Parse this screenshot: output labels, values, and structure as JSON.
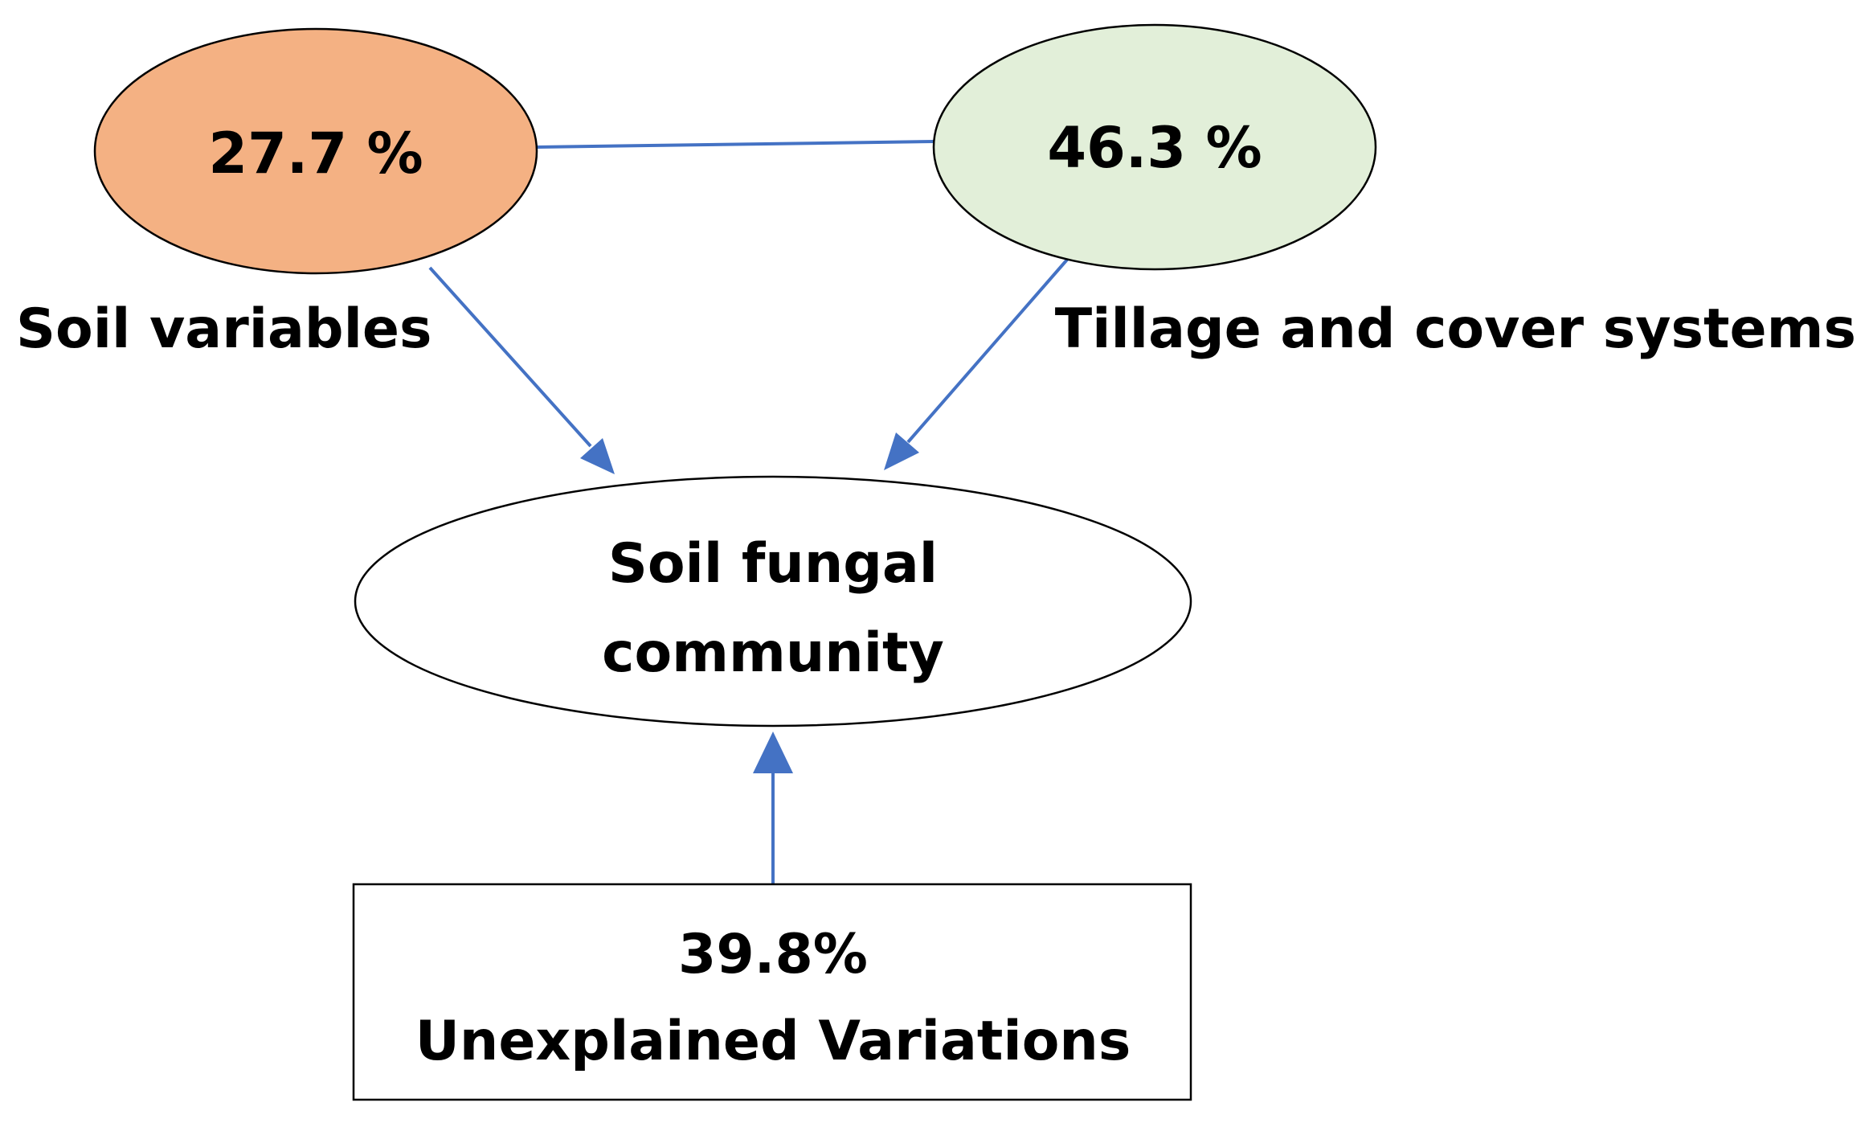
{
  "nodes": {
    "soil_variables": {
      "value": "27.7 %",
      "label": "Soil variables",
      "fill": "#f4b183"
    },
    "tillage_cover": {
      "value": "46.3 %",
      "label": "Tillage and cover systems",
      "fill": "#e2efd9"
    },
    "fungal_community": {
      "line1": "Soil fungal",
      "line2": "community",
      "fill": "#ffffff"
    },
    "unexplained": {
      "line1": "39.8%",
      "line2": "Unexplained Variations"
    }
  },
  "colors": {
    "connector": "#4472c4",
    "outline": "#000000"
  }
}
